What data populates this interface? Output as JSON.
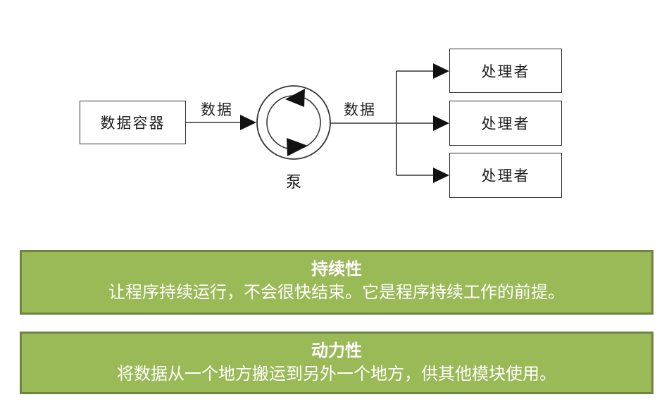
{
  "diagram": {
    "source_label": "数据容器",
    "edge_label_left": "数据",
    "edge_label_right": "数据",
    "pump_label": "泵",
    "processors": [
      {
        "label": "处理者"
      },
      {
        "label": "处理者"
      },
      {
        "label": "处理者"
      }
    ]
  },
  "banners": [
    {
      "title": "持续性",
      "body": "让程序持续运行，不会很快结束。它是程序持续工作的前提。"
    },
    {
      "title": "动力性",
      "body": "将数据从一个地方搬运到另外一个地方，供其他模块使用。"
    }
  ],
  "colors": {
    "banner_fill": "#9ab957",
    "banner_border": "#6d8540",
    "line_color": "#333333"
  }
}
